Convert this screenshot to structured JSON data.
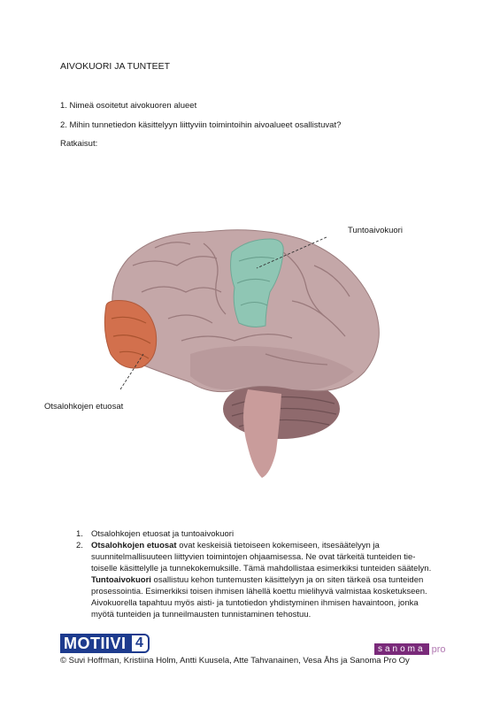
{
  "title": "AIVOKUORI JA TUNTEET",
  "questions": [
    "1. Nimeä osoitetut aivokuoren alueet",
    "2. Mihin tunnetiedon käsittelyyn liittyviin toimintoihin aivoalueet osallistuvat?"
  ],
  "solutions_label": "Ratkaisut:",
  "figure": {
    "label_top": "Tuntoaivokuori",
    "label_left": "Otsalohkojen etuosat",
    "colors": {
      "frontal": "#d2704d",
      "somatosensory": "#8fc6b4",
      "cortex": "#c4a7a8"
    }
  },
  "answers": {
    "item1_num": "1.",
    "item1": "Otsalohkojen etuosat ja tuntoaivokuori",
    "item2_num": "2.",
    "p1_bold": "Otsalohkojen etuosat",
    "p1_line1": " ovat keskeisiä tietoiseen kokemiseen, itsesäätelyyn ja",
    "p1_line2": "suunnitelmallisuuteen liittyvien toimintojen ohjaamisessa. Ne ovat tärkeitä tunteiden tie-",
    "p1_line3": "toiselle käsittelylle ja tunnekokemuksille. Tämä mahdollistaa esimerkiksi tunteiden säätelyn.",
    "p2_bold": "Tuntoaivokuori",
    "p2_line1": " osallistuu kehon tuntemusten käsittelyyn ja on siten tärkeä osa tunteiden",
    "p2_line2": "prosessointia. Esimerkiksi toisen ihmisen lähellä koettu mielihyvä valmistaa kosketukseen.",
    "p2_line3": "Aivokuorella tapahtuu myös aisti- ja tuntotiedon yhdistyminen ihmisen havaintoon, jonka",
    "p2_line4": "myötä tunteiden ja tunneilmausten tunnistaminen tehostuu."
  },
  "footer": {
    "logo_text": "MOTIIVI",
    "logo_number": "4",
    "publisher": "sanoma",
    "publisher_suffix": "pro",
    "copyright": "© Suvi Hoffman, Kristiina Holm, Antti Kuusela, Atte Tahvanainen, Vesa Åhs ja Sanoma Pro Oy"
  }
}
